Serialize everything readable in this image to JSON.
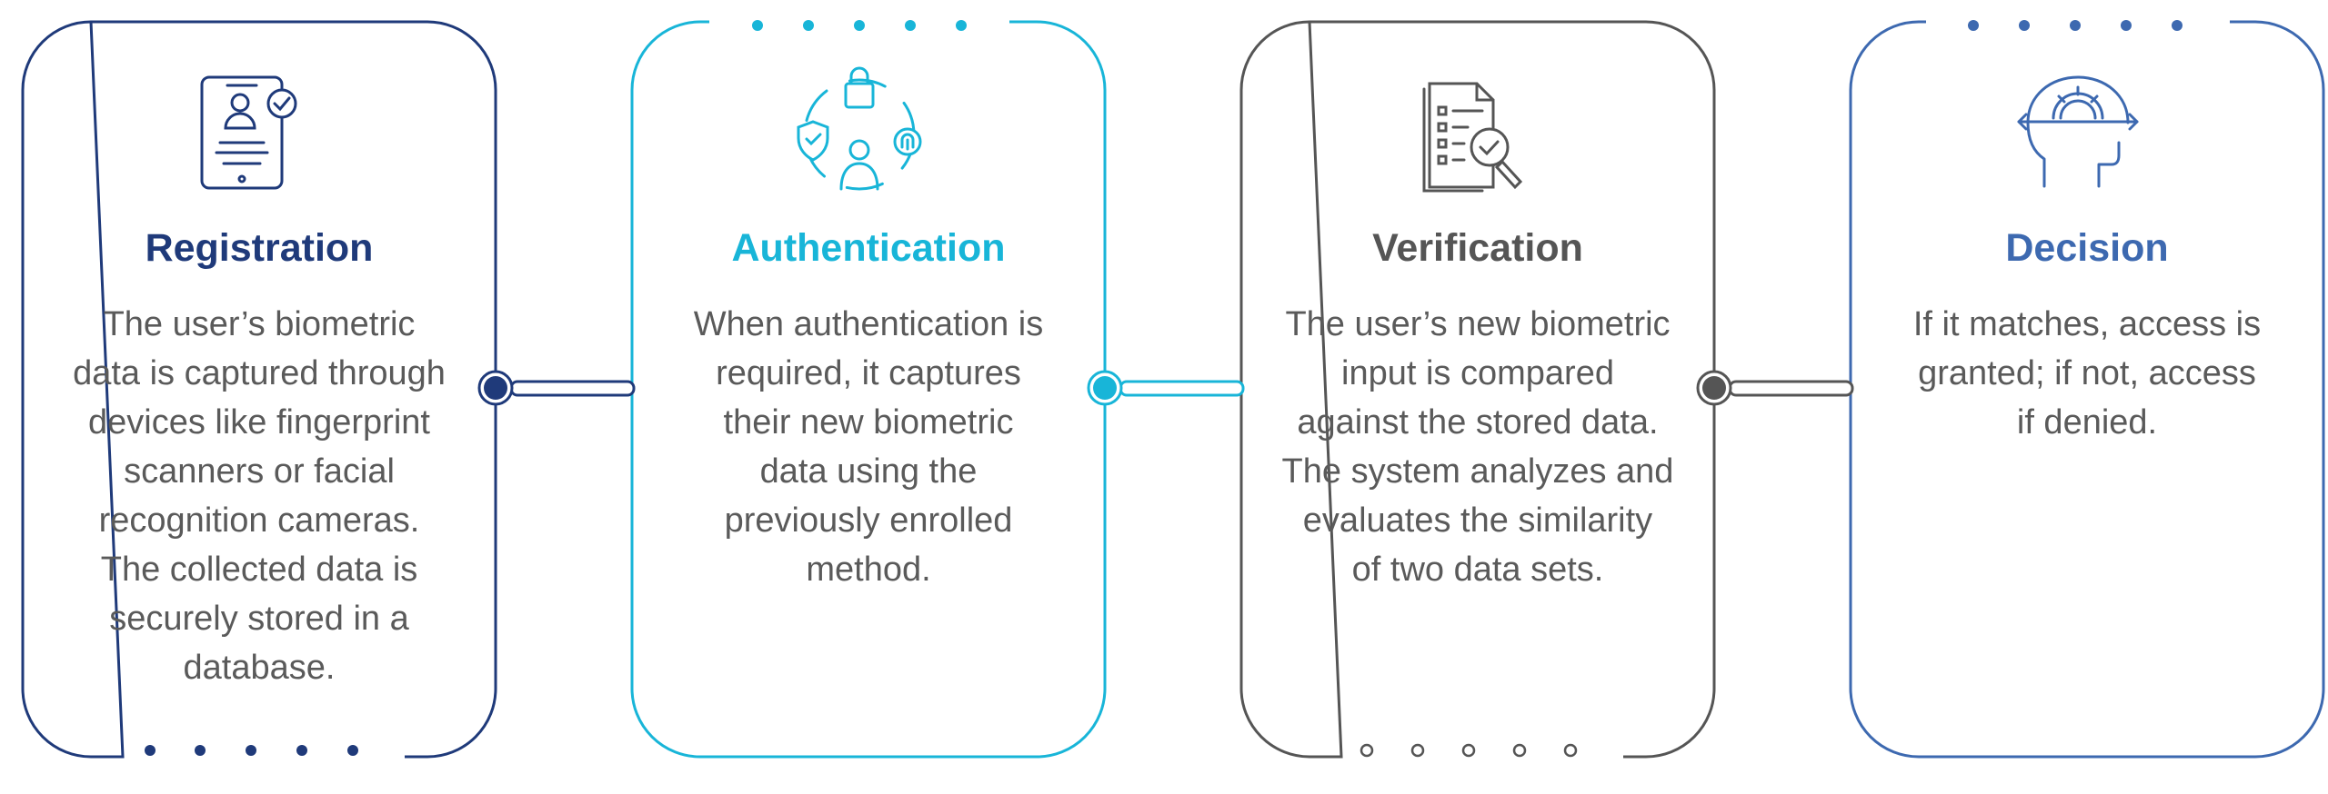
{
  "colors": {
    "registration": "#1f3a7a",
    "authentication": "#18b5d8",
    "verification": "#555555",
    "decision": "#3d69b0",
    "text": "#5a5a5a"
  },
  "steps": [
    {
      "title": "Registration",
      "icon": "tablet-user-check-icon",
      "description": "The user’s biometric\ndata is captured through\ndevices like fingerprint\nscanners or facial\nrecognition cameras.\nThe collected data is\nsecurely stored in a\ndatabase."
    },
    {
      "title": "Authentication",
      "icon": "lock-shield-user-fingerprint-icon",
      "description": "When authentication is\nrequired, it captures\ntheir new biometric\ndata using the\npreviously enrolled\nmethod."
    },
    {
      "title": "Verification",
      "icon": "document-magnifier-check-icon",
      "description": "The user’s new biometric\ninput is compared\nagainst the stored data.\nThe system analyzes and\nevaluates the similarity\nof two data sets."
    },
    {
      "title": "Decision",
      "icon": "head-gear-arrows-icon",
      "description": "If it matches, access is\ngranted; if not, access\nif denied."
    }
  ]
}
